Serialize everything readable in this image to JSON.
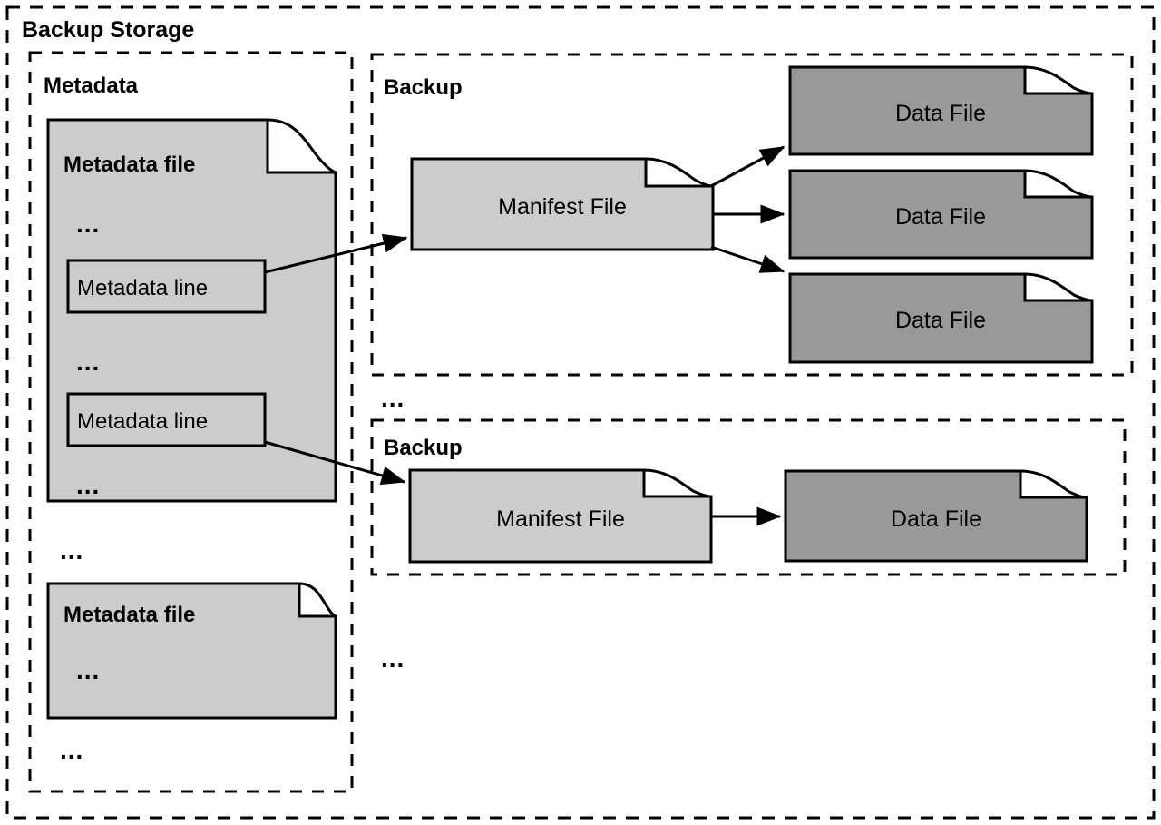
{
  "diagram": {
    "title": "Backup Storage",
    "colors": {
      "stroke": "#000000",
      "file_light_fill": "#cccccc",
      "file_dark_fill": "#999999",
      "metadata_line_fill": "#cccccc",
      "background": "#ffffff"
    },
    "outer_frame": {
      "label": "Backup Storage",
      "style": "dashed"
    },
    "sections": [
      {
        "name": "metadata-section",
        "label": "Metadata",
        "style": "dashed",
        "items": [
          {
            "type": "metadata-file",
            "label": "Metadata file",
            "rows": [
              {
                "type": "ellipsis",
                "text": "..."
              },
              {
                "type": "metadata-line",
                "text": "Metadata line"
              },
              {
                "type": "ellipsis",
                "text": "..."
              },
              {
                "type": "metadata-line",
                "text": "Metadata line"
              },
              {
                "type": "ellipsis",
                "text": "..."
              }
            ]
          },
          {
            "type": "ellipsis",
            "text": "..."
          },
          {
            "type": "metadata-file",
            "label": "Metadata file",
            "rows": [
              {
                "type": "ellipsis",
                "text": "..."
              }
            ]
          },
          {
            "type": "ellipsis",
            "text": "..."
          }
        ]
      },
      {
        "name": "backup-section-1",
        "label": "Backup",
        "style": "dashed",
        "manifest": {
          "type": "manifest-file",
          "label": "Manifest File"
        },
        "data_files": [
          {
            "type": "data-file",
            "label": "Data File"
          },
          {
            "type": "data-file",
            "label": "Data File"
          },
          {
            "type": "data-file",
            "label": "Data File"
          }
        ]
      },
      {
        "name": "backup-ellipsis",
        "type": "ellipsis",
        "text": "..."
      },
      {
        "name": "backup-section-2",
        "label": "Backup",
        "style": "dashed",
        "manifest": {
          "type": "manifest-file",
          "label": "Manifest File"
        },
        "data_files": [
          {
            "type": "data-file",
            "label": "Data File"
          }
        ]
      },
      {
        "name": "backup-trailing-ellipsis",
        "type": "ellipsis",
        "text": "..."
      }
    ],
    "connections": [
      {
        "from": "metadata-line-1",
        "to": "manifest-file-1",
        "kind": "arrow"
      },
      {
        "from": "metadata-line-2",
        "to": "manifest-file-2",
        "kind": "arrow"
      },
      {
        "from": "manifest-file-1",
        "to": "data-file-1-1",
        "kind": "arrow"
      },
      {
        "from": "manifest-file-1",
        "to": "data-file-1-2",
        "kind": "arrow"
      },
      {
        "from": "manifest-file-1",
        "to": "data-file-1-3",
        "kind": "arrow"
      },
      {
        "from": "manifest-file-2",
        "to": "data-file-2-1",
        "kind": "arrow"
      }
    ],
    "labels": {
      "outer_title": "Backup Storage",
      "metadata_section": "Metadata",
      "backup_section_1": "Backup",
      "backup_section_2": "Backup",
      "metadata_file_1": "Metadata file",
      "metadata_file_2": "Metadata file",
      "metadata_line_1": "Metadata line",
      "metadata_line_2": "Metadata line",
      "manifest_file_1": "Manifest File",
      "manifest_file_2": "Manifest File",
      "data_file_1_1": "Data File",
      "data_file_1_2": "Data File",
      "data_file_1_3": "Data File",
      "data_file_2_1": "Data File",
      "ellipsis_md_1": "...",
      "ellipsis_md_2": "...",
      "ellipsis_md_3": "...",
      "ellipsis_md_section_1": "...",
      "ellipsis_md_file2_1": "...",
      "ellipsis_md_section_2": "...",
      "ellipsis_backup_between": "...",
      "ellipsis_backup_trailing": "..."
    }
  }
}
